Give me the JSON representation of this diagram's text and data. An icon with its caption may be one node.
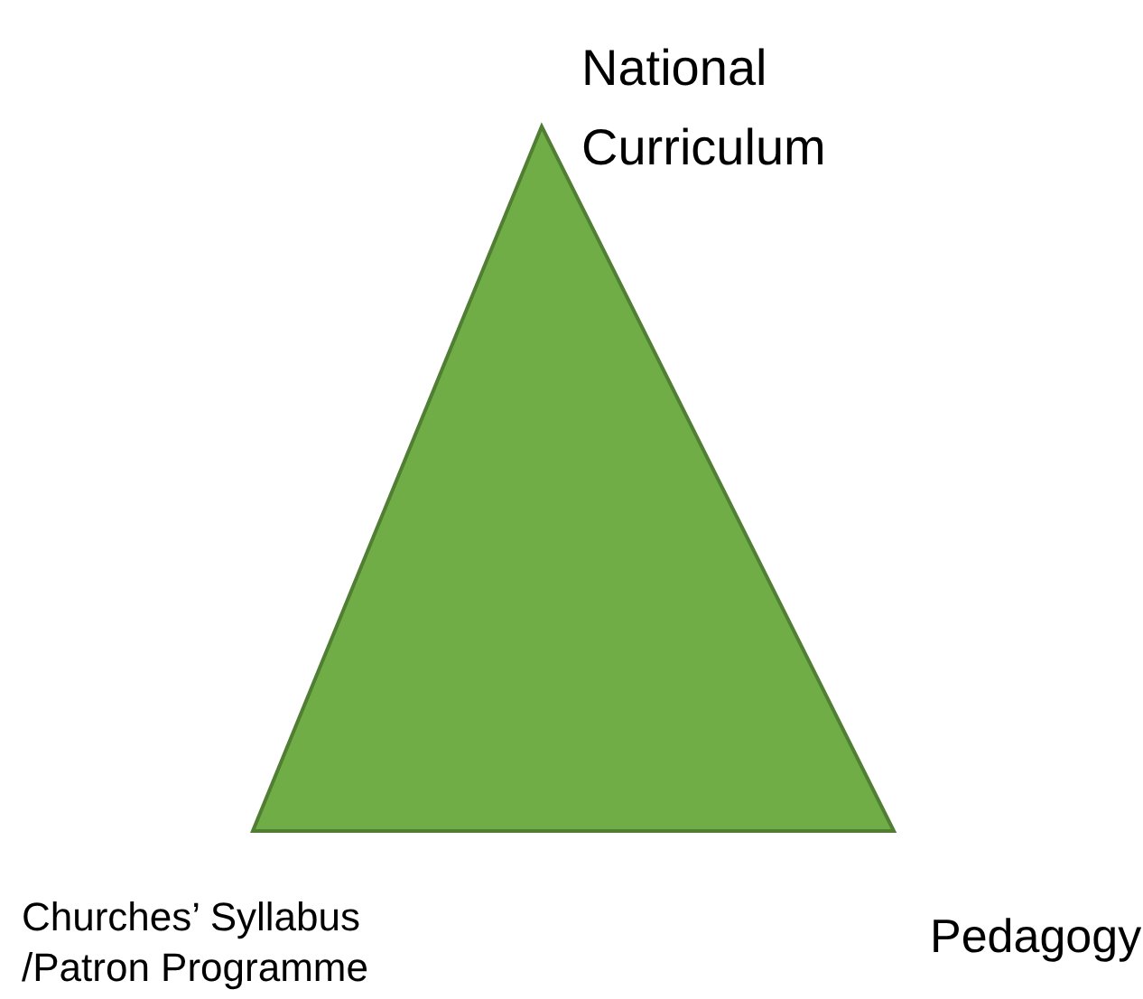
{
  "diagram": {
    "nodes": [
      {
        "text": [],
        "shape": "triangle"
      }
    ],
    "labels": [
      "National Curriculum",
      "Churches’ Syllabus /Patron Programme",
      "Pedagogy"
    ]
  }
}
